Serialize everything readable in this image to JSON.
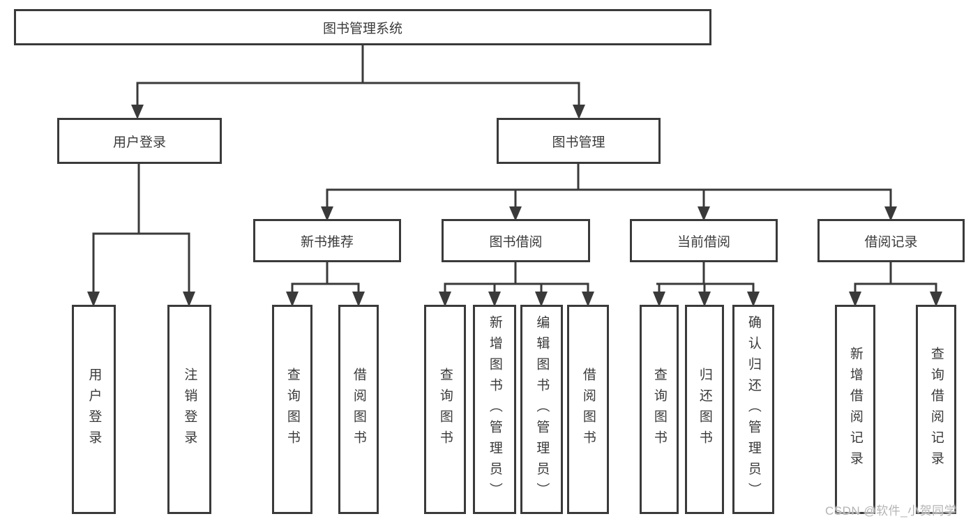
{
  "diagram_type": "hierarchy-tree",
  "colors": {
    "line": "#3a3a3a",
    "box_border": "#3a3a3a",
    "text": "#3a3a3a",
    "background": "#ffffff",
    "watermark": "#b4b4b4"
  },
  "watermark": {
    "text": "CSDN @软件_小贺同学"
  },
  "tree": {
    "root": {
      "label": "图书管理系统",
      "children": [
        {
          "label": "用户登录",
          "children": [
            {
              "label": "用户登录"
            },
            {
              "label": "注销登录"
            }
          ]
        },
        {
          "label": "图书管理",
          "children": [
            {
              "label": "新书推荐",
              "children": [
                {
                  "label": "查询图书"
                },
                {
                  "label": "借阅图书"
                }
              ]
            },
            {
              "label": "图书借阅",
              "children": [
                {
                  "label": "查询图书"
                },
                {
                  "label": "新增图书（管理员）"
                },
                {
                  "label": "编辑图书（管理员）"
                },
                {
                  "label": "借阅图书"
                }
              ]
            },
            {
              "label": "当前借阅",
              "children": [
                {
                  "label": "查询图书"
                },
                {
                  "label": "归还图书"
                },
                {
                  "label": "确认归还（管理员）"
                }
              ]
            },
            {
              "label": "借阅记录",
              "children": [
                {
                  "label": "新增借阅记录"
                },
                {
                  "label": "查询借阅记录"
                }
              ]
            }
          ]
        }
      ]
    }
  }
}
